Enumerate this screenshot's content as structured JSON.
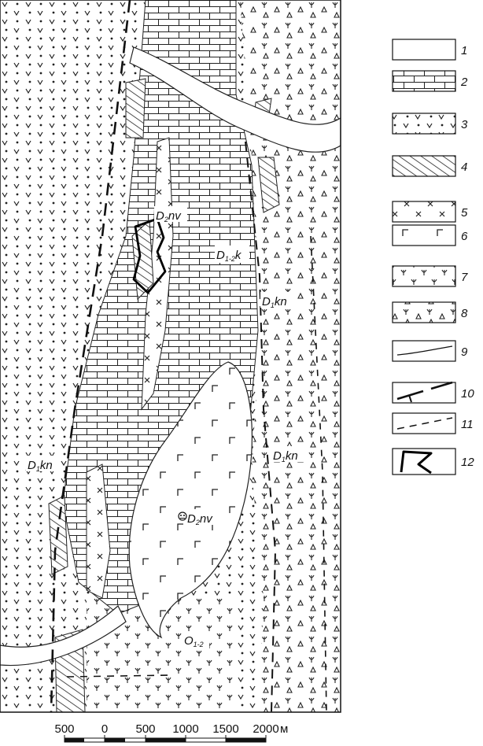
{
  "map": {
    "labels": {
      "d2nv_top": {
        "base": "D",
        "sub": "2",
        "rest": "nv"
      },
      "d12k": {
        "base": "D",
        "sub": "1-2",
        "rest": "k"
      },
      "d1kn_right_upper": {
        "base": "D",
        "sub": "1",
        "rest": "kn"
      },
      "d1kn_left": {
        "base": "D",
        "sub": "1",
        "rest": "kn"
      },
      "d1kn_right_lower": {
        "base": "D",
        "sub": "1",
        "rest": "kn"
      },
      "d2nv_center": {
        "base": "D",
        "sub": "2",
        "rest": "nv"
      },
      "o12": {
        "base": "O",
        "sub": "1-2",
        "rest": ""
      }
    }
  },
  "legend": {
    "items": [
      {
        "number": "1"
      },
      {
        "number": "2"
      },
      {
        "number": "3"
      },
      {
        "number": "4"
      },
      {
        "number": "5"
      },
      {
        "number": "6"
      },
      {
        "number": "7"
      },
      {
        "number": "8"
      },
      {
        "number": "9"
      },
      {
        "number": "10"
      },
      {
        "number": "11"
      },
      {
        "number": "12"
      }
    ]
  },
  "scale_bar": {
    "labels": [
      "500",
      "0",
      "500",
      "1000",
      "1500",
      "2000"
    ],
    "unit": "м"
  }
}
